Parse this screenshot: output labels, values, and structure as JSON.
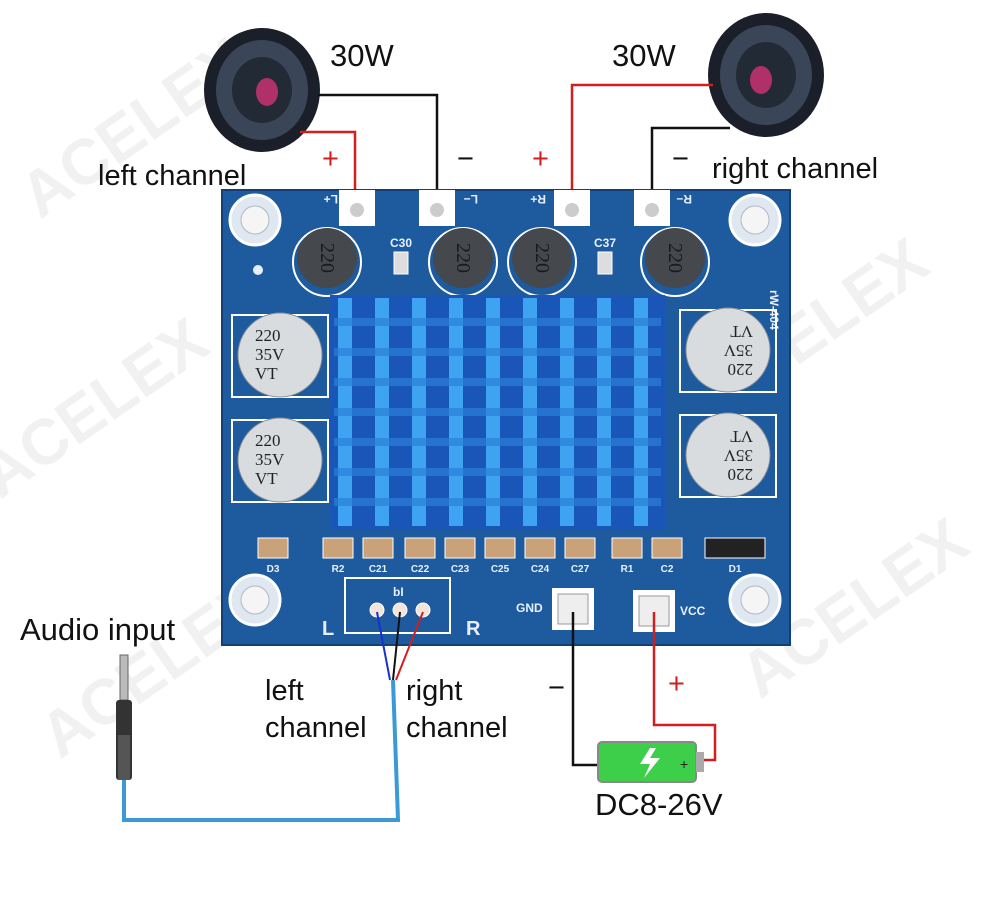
{
  "watermark": "ACELEX",
  "speakers": {
    "left": {
      "power": "30W",
      "label": "left channel",
      "plus": "+",
      "minus": "−"
    },
    "right": {
      "power": "30W",
      "label": "right channel",
      "plus": "+",
      "minus": "−"
    }
  },
  "board": {
    "terminals": [
      "L+",
      "L−",
      "R+",
      "R−"
    ],
    "inductor_marking": "220",
    "small_caps": [
      "C30",
      "C37"
    ],
    "electrolytic": {
      "line1": "220",
      "line2": "35V",
      "line3": "VT"
    },
    "model": "rW-404",
    "bottom_parts": [
      "D3",
      "R2",
      "C21",
      "C22",
      "C23",
      "C25",
      "C24",
      "C27",
      "R1",
      "C2",
      "D1"
    ],
    "input_label": "bI",
    "input_left": "L",
    "input_right": "R",
    "gnd": "GND",
    "vcc": "VCC"
  },
  "audio": {
    "title": "Audio input",
    "left": [
      "left",
      "channel"
    ],
    "right": [
      "right",
      "channel"
    ]
  },
  "power": {
    "minus": "−",
    "plus": "+",
    "voltage": "DC8-26V"
  },
  "colors": {
    "pcb": "#1d5a9e",
    "heatsink": "#2a8de0",
    "wire_red": "#d11f1f",
    "wire_black": "#111111",
    "cable": "#3a9ad6"
  }
}
